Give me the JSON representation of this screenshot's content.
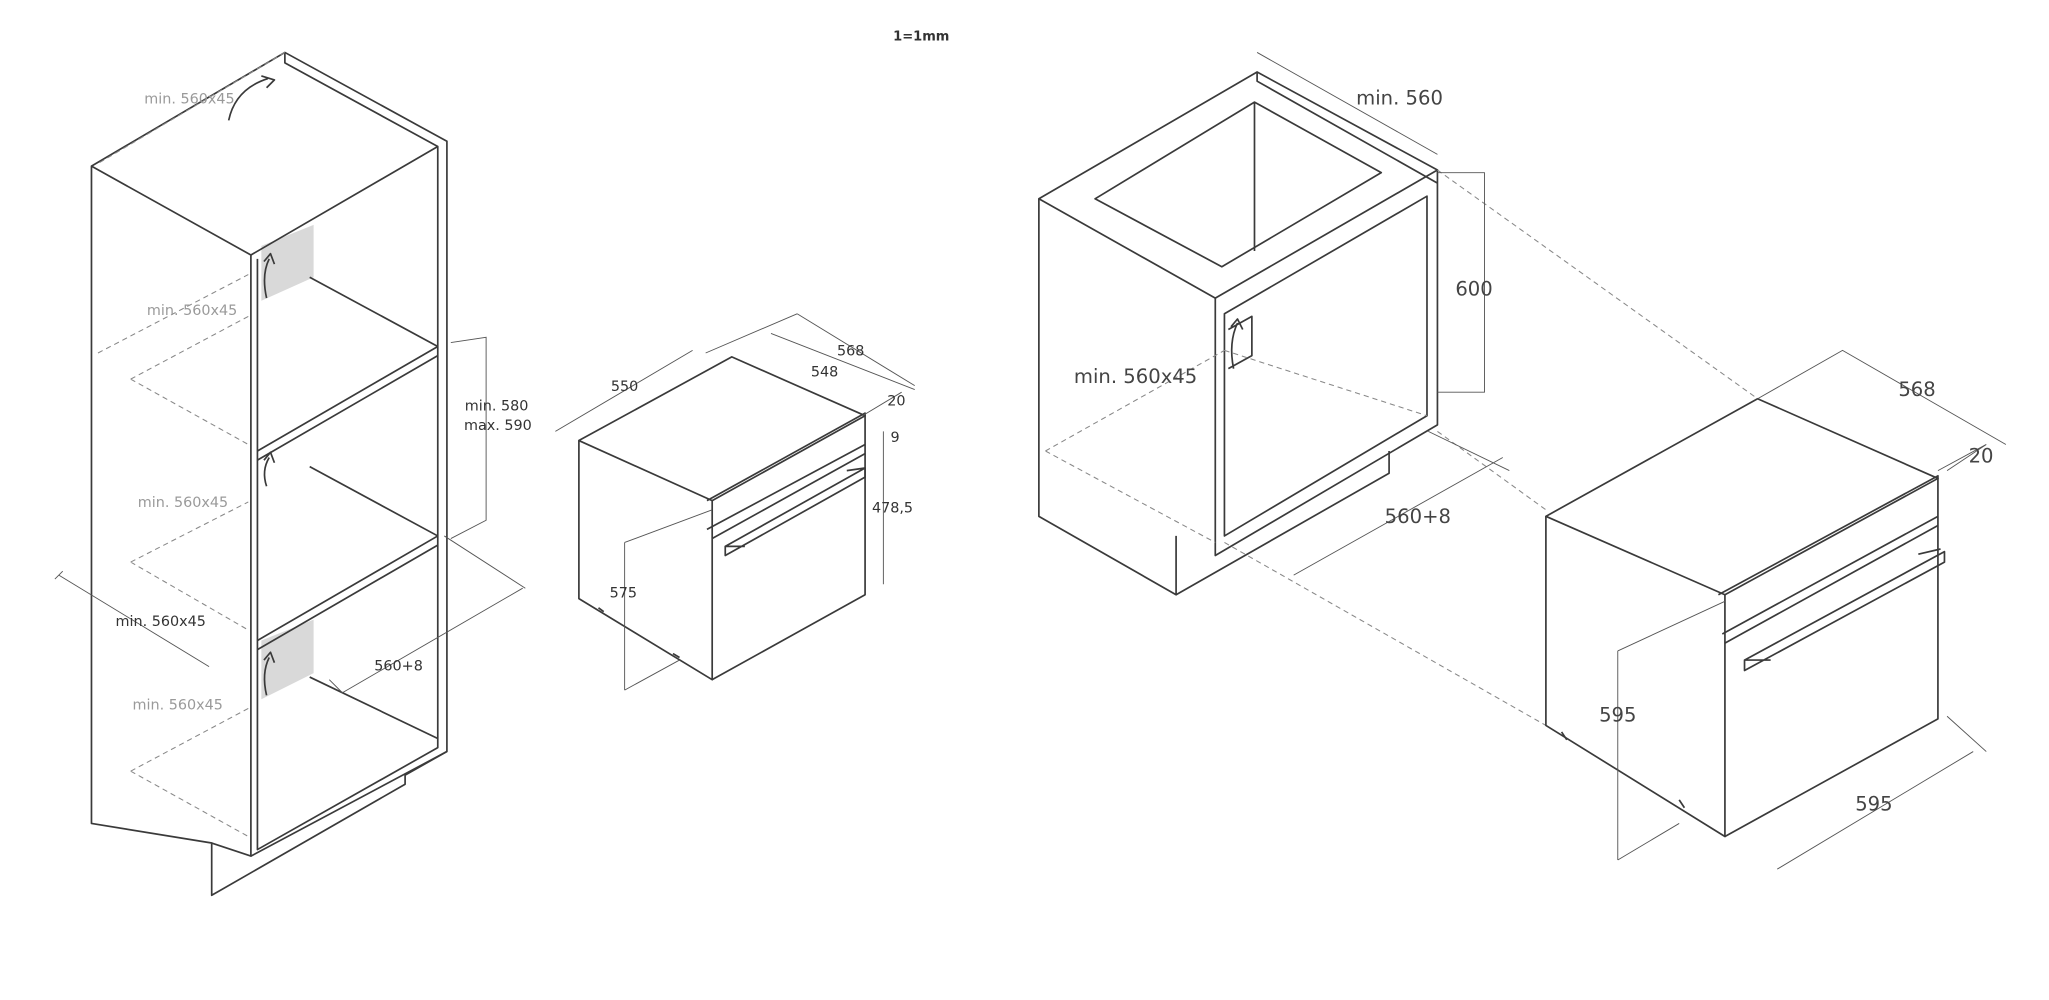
{
  "scale_note": "1=1mm",
  "tall_cabinet": {
    "vent_labels": [
      "min. 560x45",
      "min. 560x45",
      "min. 560x45",
      "min. 560x45"
    ],
    "width_label": "min. 560x45",
    "niche_min": "min. 580",
    "niche_max": "max. 590",
    "niche_width": "560+8"
  },
  "oven_small": {
    "depth_body": "550",
    "depth_total": "568",
    "depth_inner": "548",
    "front_depth": "20",
    "top_gap": "9",
    "door_height": "478,5",
    "height": "575"
  },
  "base_cabinet": {
    "depth": "min. 560",
    "height": "600",
    "vent_label": "min. 560x45",
    "niche_width": "560+8"
  },
  "oven_large": {
    "depth_total": "568",
    "front_depth": "20",
    "height": "595",
    "width": "595"
  }
}
